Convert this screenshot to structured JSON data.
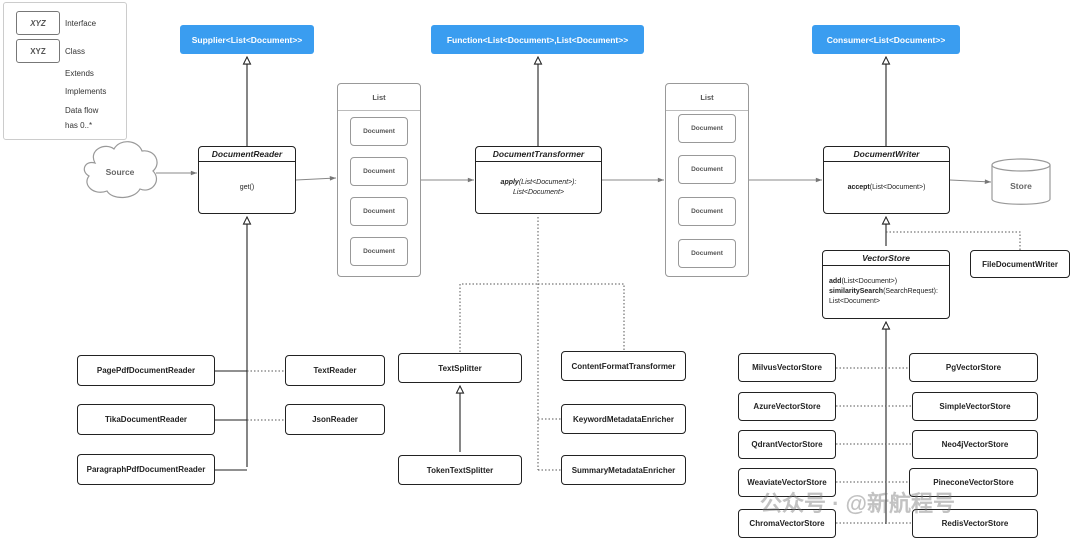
{
  "legend": {
    "interface_box": "XYZ",
    "interface_label": "Interface",
    "class_box": "XYZ",
    "class_label": "Class",
    "extends_label": "Extends",
    "implements_label": "Implements",
    "dataflow_label": "Data flow",
    "has_label": "has 0..*"
  },
  "interfaces": {
    "supplier": "Supplier<List<Document>>",
    "function": "Function<List<Document>,List<Document>>",
    "consumer": "Consumer<List<Document>>"
  },
  "source_label": "Source",
  "store_label": "Store",
  "reader": {
    "title": "DocumentReader",
    "method": "get()"
  },
  "transformer": {
    "title": "DocumentTransformer",
    "method_name": "apply",
    "method_args": "(List<Document>):",
    "method_ret": "List<Document>"
  },
  "writer": {
    "title": "DocumentWriter",
    "method_name": "accept",
    "method_args": "(List<Document>)"
  },
  "vectorstore": {
    "title": "VectorStore",
    "m1_name": "add",
    "m1_args": "(List<Document>)",
    "m2_name": "similaritySearch",
    "m2_args": "(SearchRequest):",
    "m2_ret": "List<Document>"
  },
  "list1": {
    "title": "List",
    "docs": [
      "Document",
      "Document",
      "Document",
      "Document"
    ]
  },
  "list2": {
    "title": "List",
    "docs": [
      "Document",
      "Document",
      "Document",
      "Document"
    ]
  },
  "readers": {
    "page_pdf": "PagePdfDocumentReader",
    "tika": "TikaDocumentReader",
    "paragraph_pdf": "ParagraphPdfDocumentReader",
    "text": "TextReader",
    "json": "JsonReader"
  },
  "transformers": {
    "text_splitter": "TextSplitter",
    "token_text_splitter": "TokenTextSplitter",
    "content_format": "ContentFormatTransformer",
    "keyword_meta": "KeywordMetadataEnricher",
    "summary_meta": "SummaryMetadataEnricher"
  },
  "writers": {
    "file_writer": "FileDocumentWriter",
    "milvus": "MilvusVectorStore",
    "azure": "AzureVectorStore",
    "qdrant": "QdrantVectorStore",
    "weaviate": "WeaviateVectorStore",
    "chroma": "ChromaVectorStore",
    "pg": "PgVectorStore",
    "simple": "SimpleVectorStore",
    "neo4j": "Neo4jVectorStore",
    "pinecone": "PineconeVectorStore",
    "redis": "RedisVectorStore"
  },
  "watermark": "公众号 · @新航程号"
}
